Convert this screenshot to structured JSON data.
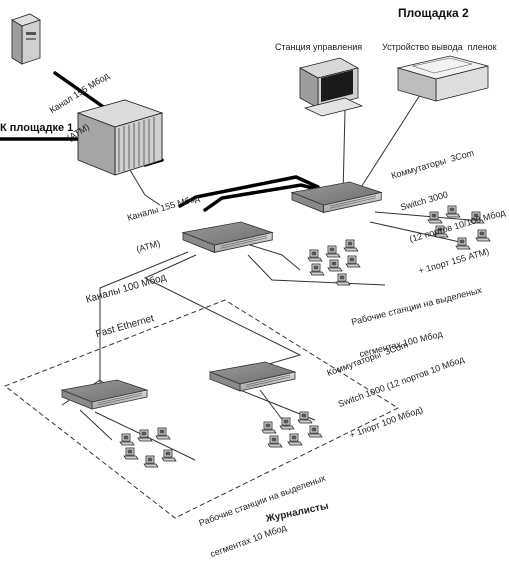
{
  "site_title": "Площадка 2",
  "labels": {
    "management_station": "Станция управления",
    "film_output_device": "Устройство вывода  пленок",
    "to_site_1": "К площадке 1",
    "channel_155_top_line1": "Канал 155 Мбод",
    "channel_155_top_line2": "(ATM)",
    "channels_155_line1": "Каналы 155 Мбод",
    "channels_155_line2": "(ATM)",
    "switch3000_line1": "Коммутаторы  3Com",
    "switch3000_line2": "Switch 3000",
    "switch3000_line3": "(12 портов 10/100 Мбод",
    "switch3000_line4": "+ 1порт 155 ATM)",
    "channels_100_line1": "Каналы 100 Мбод",
    "channels_100_line2": "Fast Ethernet",
    "ws_100_line1": "Рабочие станции на выделеных",
    "ws_100_line2": "сегментах 100 Мбод",
    "switch1000_line1": "Коммутаторы  3Com",
    "switch1000_line2": "Switch 1000 (12 портов 10 Мбод",
    "switch1000_line3": "+ 1порт 100 Мбод)",
    "ws_10_line1": "Рабочие станции на выделеных",
    "ws_10_line2": "сегментах 10 Мбод",
    "journalists": "Журналисты"
  }
}
